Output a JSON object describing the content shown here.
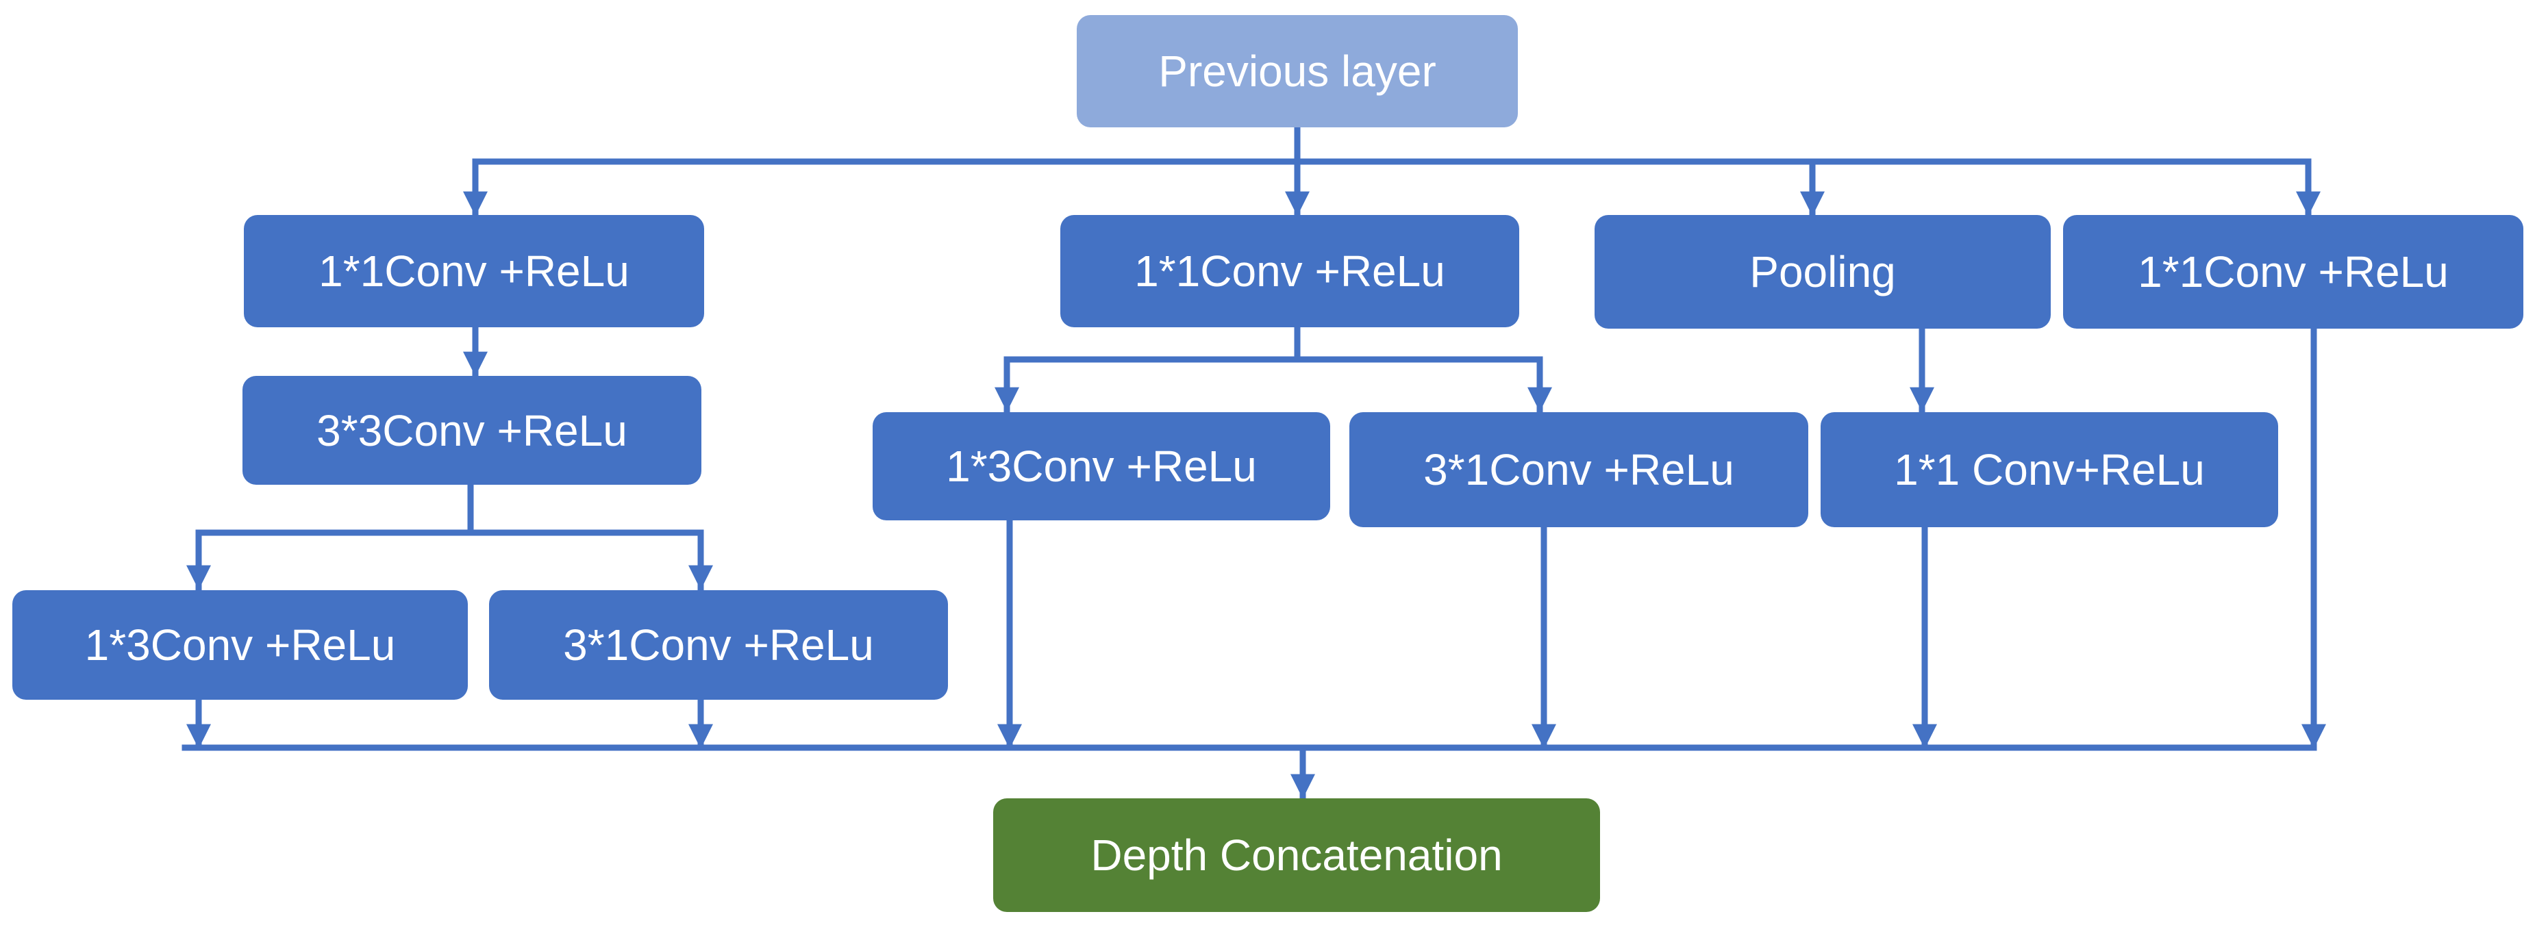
{
  "colors": {
    "box": "#4472c4",
    "box_light": "#8eaadb",
    "output": "#548235",
    "line": "#4472c4",
    "text": "#ffffff"
  },
  "nodes": {
    "previous_layer": "Previous layer",
    "b1_conv1x1": "1*1Conv +ReLu",
    "b1_conv3x3": "3*3Conv +ReLu",
    "b1_conv1x3": "1*3Conv +ReLu",
    "b1_conv3x1": "3*1Conv +ReLu",
    "b2_conv1x1": "1*1Conv +ReLu",
    "b2_conv1x3": "1*3Conv +ReLu",
    "b2_conv3x1": "3*1Conv +ReLu",
    "b3_pooling": "Pooling",
    "b3_conv1x1": "1*1 Conv+ReLu",
    "b4_conv1x1": "1*1Conv +ReLu",
    "depth_concat": "Depth Concatenation"
  }
}
